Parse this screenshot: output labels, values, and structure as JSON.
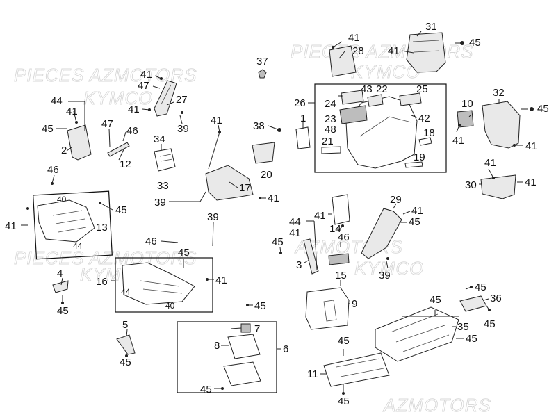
{
  "watermarks": [
    "PIECES AZMOTORS",
    "KYMCO",
    "PIECES AZMOTORS",
    "KYMCO",
    "PIECES AZMOTORS",
    "KYMCO",
    "AZMOTORS"
  ],
  "callouts": {
    "n41a": "41",
    "n28": "28",
    "n31": "31",
    "n41b": "41",
    "n45a": "45",
    "n37": "37",
    "n41c": "41",
    "n47a": "47",
    "n27": "27",
    "n41d": "41",
    "n39a": "39",
    "n44a": "44",
    "n41e": "41",
    "n45b": "45",
    "n2": "2",
    "n47b": "47",
    "n46a": "46",
    "n12": "12",
    "n34": "34",
    "n33": "33",
    "n41f": "41",
    "n38": "38",
    "n1": "1",
    "n20": "20",
    "n17": "17",
    "n39b": "39",
    "n41g": "41",
    "n26": "26",
    "n43": "43",
    "n22": "22",
    "n25": "25",
    "n24": "24",
    "n23": "23",
    "n48": "48",
    "n42": "42",
    "n21": "21",
    "n18": "18",
    "n19": "19",
    "n10": "10",
    "n41h": "41",
    "n32": "32",
    "n45c": "45",
    "n41i": "41",
    "n41j": "41",
    "n30": "30",
    "n41k": "41",
    "n46b": "46",
    "n40a": "40",
    "n41l": "41",
    "n13": "13",
    "n45d": "45",
    "n44b": "44",
    "n39c": "39",
    "n44c": "44",
    "n41m": "41",
    "n14": "14",
    "n45e": "45",
    "n46c": "46",
    "n3": "3",
    "n29": "29",
    "n41n": "41",
    "n45f": "45",
    "n46d": "46",
    "n45g": "45",
    "n16": "16",
    "n44d": "44",
    "n40b": "40",
    "n41o": "41",
    "n4": "4",
    "n45h": "45",
    "n15": "15",
    "n39d": "39",
    "n9": "9",
    "n45i": "45",
    "n45j": "45",
    "n36": "36",
    "n45k": "45",
    "n35": "35",
    "n45l": "45",
    "n5": "5",
    "n45m": "45",
    "n7": "7",
    "n8": "8",
    "n6": "6",
    "n45n": "45",
    "n45o": "45",
    "n11": "11",
    "n45p": "45"
  }
}
